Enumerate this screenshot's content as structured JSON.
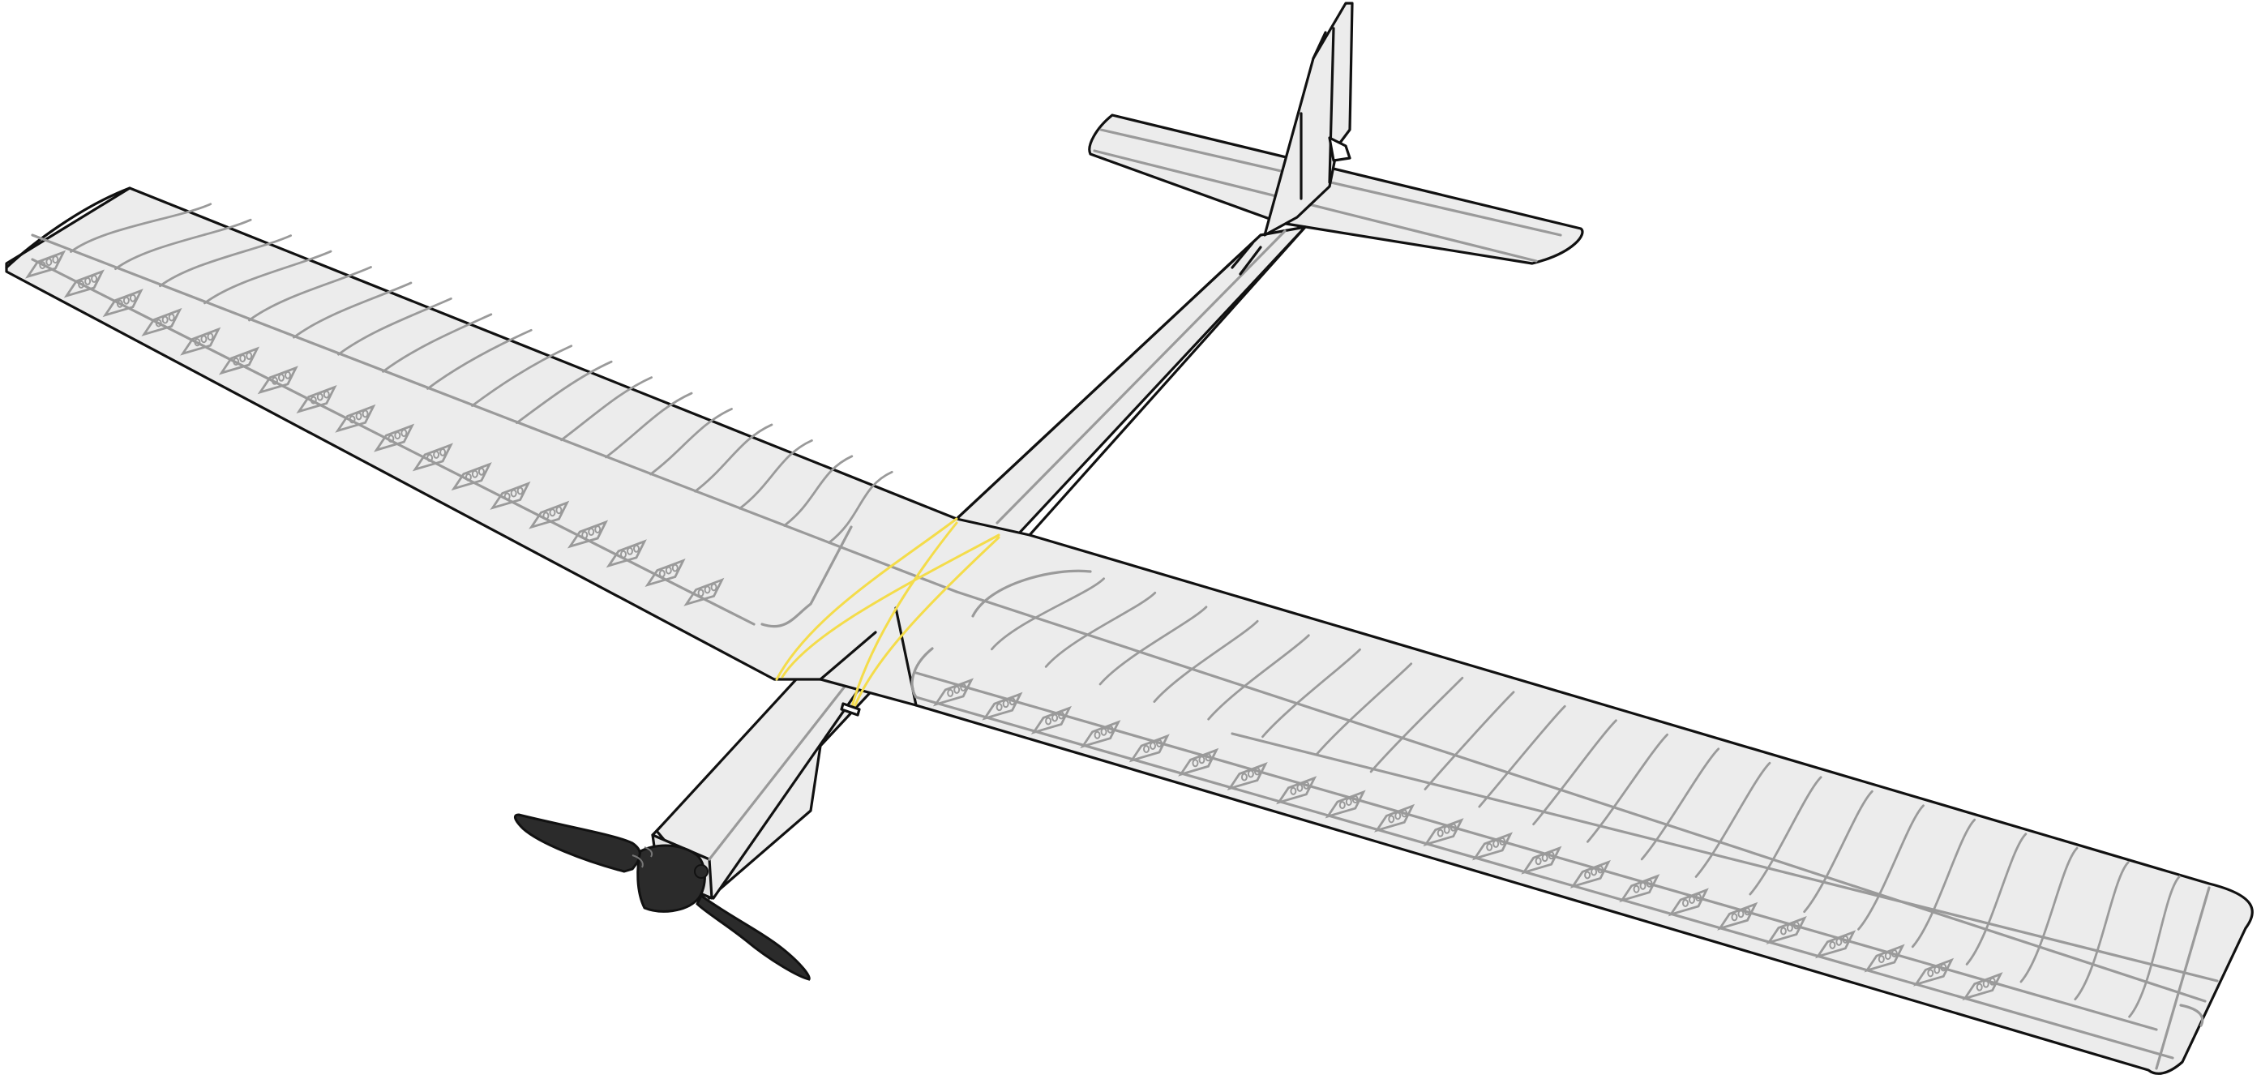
{
  "diagram": {
    "subject": "model-glider-airplane",
    "parts": [
      "wing",
      "fuselage",
      "horizontal-stabilizer",
      "vertical-fin",
      "rudder",
      "propeller",
      "wing-ribs",
      "wing-spar",
      "servo-wires"
    ],
    "colors": {
      "skin_fill": "#ececec",
      "outline": "#111111",
      "structure_lines": "#9a9a9a",
      "wires": "#f4dc4a",
      "propeller": "#2b2b2b"
    },
    "left_wing_rib_count": 18,
    "right_wing_rib_count": 22,
    "left_wing_spar_block_count": 18,
    "right_wing_spar_block_count": 22
  }
}
